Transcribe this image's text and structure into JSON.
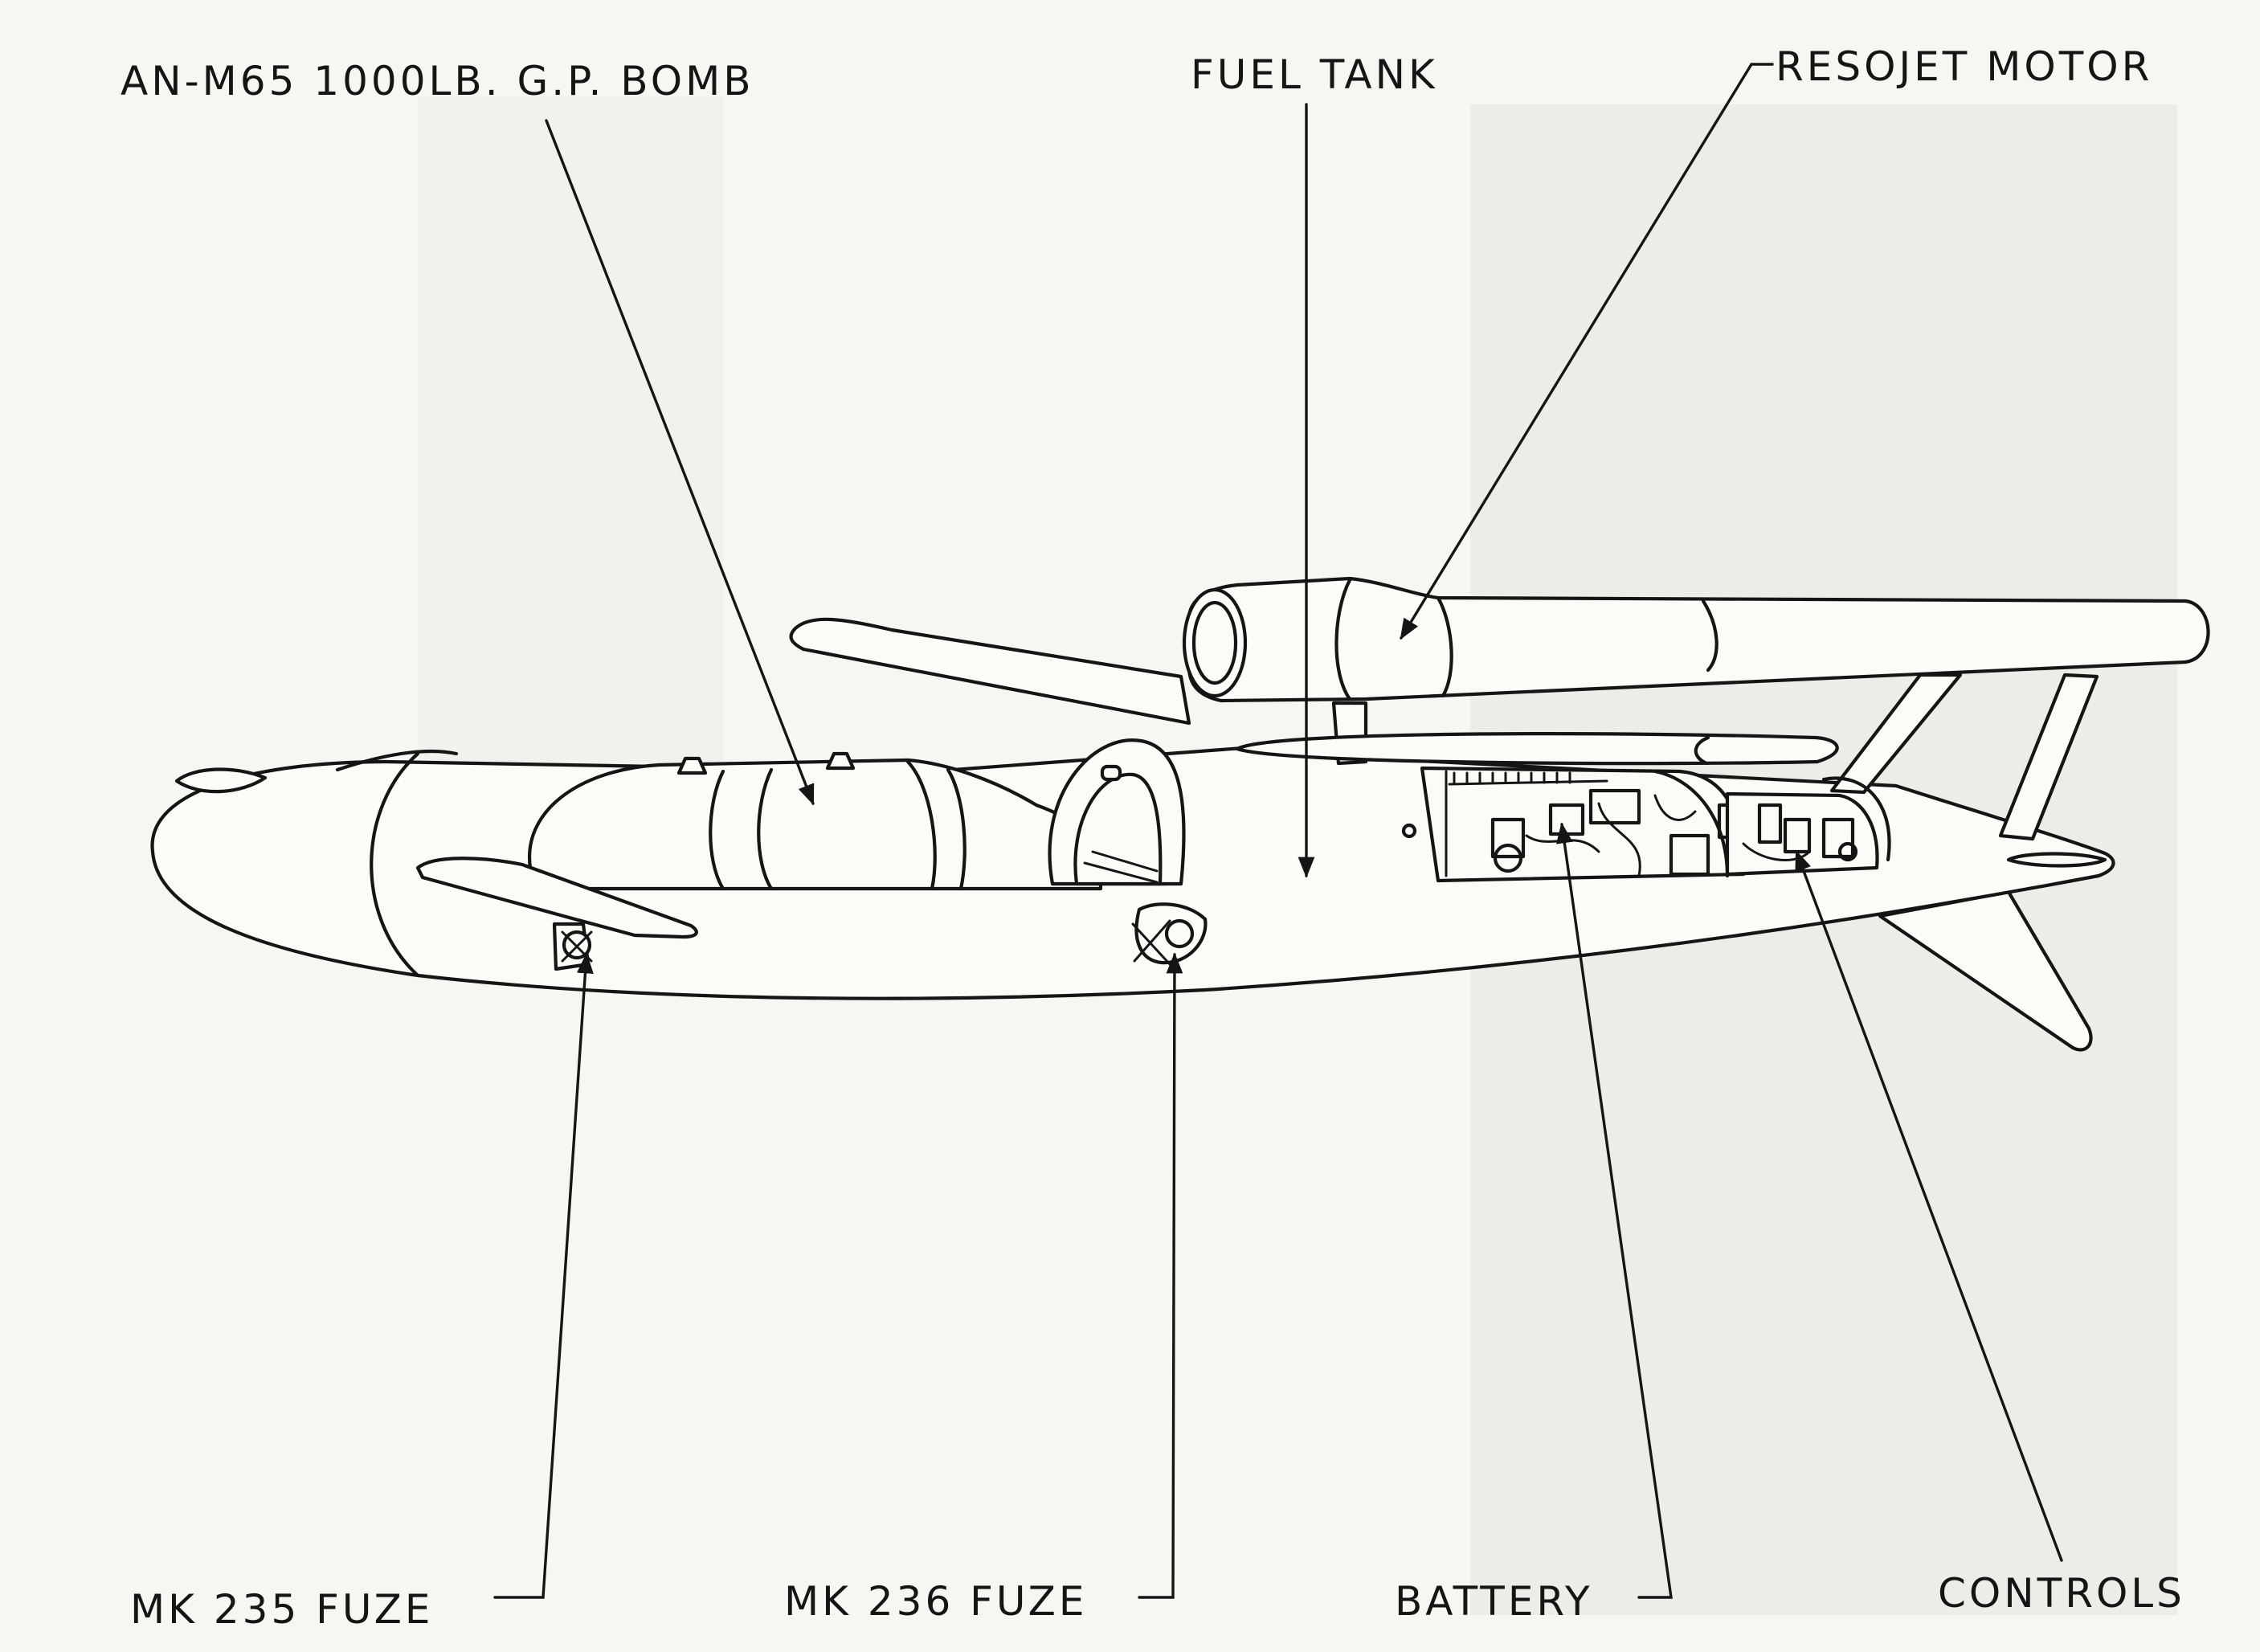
{
  "labels": {
    "bomb": "AN-M65 1000LB. G.P. BOMB",
    "fuel_tank": "FUEL TANK",
    "resojet_motor": "RESOJET MOTOR",
    "mk235_fuze": "MK 235 FUZE",
    "mk236_fuze": "MK 236 FUZE",
    "battery": "BATTERY",
    "controls": "CONTROLS"
  }
}
